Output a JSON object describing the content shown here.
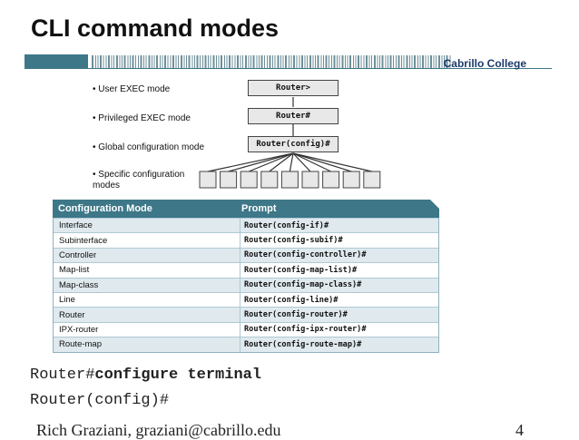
{
  "slide": {
    "title": "CLI command modes",
    "college": "Cabrillo College"
  },
  "diagram": {
    "modes": [
      {
        "label": "• User EXEC mode",
        "prompt": "Router>"
      },
      {
        "label": "• Privileged EXEC mode",
        "prompt": "Router#"
      },
      {
        "label": "• Global configuration mode",
        "prompt": "Router(config)#"
      },
      {
        "label": "• Specific configuration modes",
        "prompt": ""
      }
    ],
    "leaf_count": 9
  },
  "table": {
    "headers": [
      "Configuration Mode",
      "Prompt"
    ],
    "rows": [
      {
        "mode": "Interface",
        "prompt": "Router(config-if)#"
      },
      {
        "mode": "Subinterface",
        "prompt": "Router(config-subif)#"
      },
      {
        "mode": "Controller",
        "prompt": "Router(config-controller)#"
      },
      {
        "mode": "Map-list",
        "prompt": "Router(config-map-list)#"
      },
      {
        "mode": "Map-class",
        "prompt": "Router(config-map-class)#"
      },
      {
        "mode": "Line",
        "prompt": "Router(config-line)#"
      },
      {
        "mode": "Router",
        "prompt": "Router(config-router)#"
      },
      {
        "mode": "IPX-router",
        "prompt": "Router(config-ipx-router)#"
      },
      {
        "mode": "Route-map",
        "prompt": "Router(config-route-map)#"
      }
    ]
  },
  "cli": {
    "line1_prompt": "Router#",
    "line1_command": "configure terminal",
    "line2": "Router(config)#"
  },
  "footer": {
    "author": "Rich Graziani, graziani@cabrillo.edu",
    "page": "4"
  },
  "colors": {
    "table_header": "#3d7788",
    "header_bar": "#3d7788",
    "college_text": "#1b3a6b"
  }
}
